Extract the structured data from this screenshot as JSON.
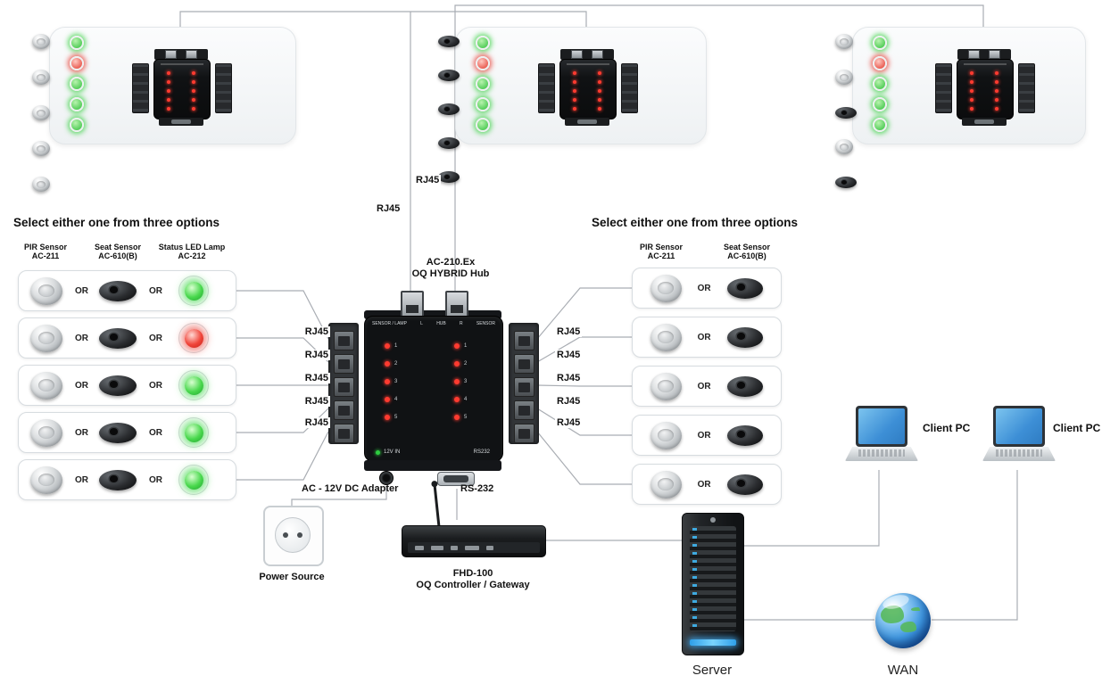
{
  "links": {
    "top_rj45": [
      "RJ45",
      "RJ45"
    ]
  },
  "panels": [
    {
      "leds": [
        "green",
        "red",
        "green",
        "green",
        "green"
      ],
      "sensors": [
        "dome",
        "dome",
        "dome",
        "dome",
        "dome"
      ]
    },
    {
      "leds": [
        "green",
        "red",
        "green",
        "green",
        "green"
      ],
      "sensors": [
        "seat",
        "seat",
        "seat",
        "seat",
        "seat"
      ]
    },
    {
      "leds": [
        "green",
        "red",
        "green",
        "green",
        "green"
      ],
      "sensors": [
        "dome",
        "dome",
        "seat",
        "dome",
        "seat"
      ]
    }
  ],
  "left_options": {
    "heading": "Select either one from three options",
    "columns": [
      {
        "line1": "PIR Sensor",
        "line2": "AC-211"
      },
      {
        "line1": "Seat Sensor",
        "line2": "AC-610(B)"
      },
      {
        "line1": "Status LED Lamp",
        "line2": "AC-212"
      }
    ],
    "or_label": "OR",
    "rows": [
      {
        "lamp": "green"
      },
      {
        "lamp": "red"
      },
      {
        "lamp": "green"
      },
      {
        "lamp": "green"
      },
      {
        "lamp": "green"
      }
    ],
    "rj45_labels": [
      "RJ45",
      "RJ45",
      "RJ45",
      "RJ45",
      "RJ45"
    ]
  },
  "right_options": {
    "heading": "Select either one from three options",
    "columns": [
      {
        "line1": "PIR Sensor",
        "line2": "AC-211"
      },
      {
        "line1": "Seat Sensor",
        "line2": "AC-610(B)"
      }
    ],
    "or_label": "OR",
    "rj45_labels": [
      "RJ45",
      "RJ45",
      "RJ45",
      "RJ45",
      "RJ45"
    ]
  },
  "hub": {
    "title_line1": "AC-210.Ex",
    "title_line2": "OQ HYBRID Hub",
    "labels": {
      "sensor_lamp": "SENSOR / LAMP",
      "l": "L",
      "hub": "HUB",
      "r": "R",
      "sensor": "SENSOR",
      "power": "12V IN",
      "rs232": "RS232"
    },
    "led_numbers": [
      "1",
      "2",
      "3",
      "4",
      "5"
    ]
  },
  "bottom": {
    "adapter_label": "AC - 12V DC Adapter",
    "power_source_label": "Power Source",
    "rs232_label": "RS-232",
    "gateway_line1": "FHD-100",
    "gateway_line2": "OQ Controller / Gateway",
    "server_label": "Server",
    "wan_label": "WAN",
    "client_pc_labels": [
      "Client PC",
      "Client PC"
    ]
  },
  "colors": {
    "led_green": "#35c33f",
    "led_red": "#e03a2f",
    "line": "#a9adb3",
    "screen_blue": "#4f9fdd"
  }
}
